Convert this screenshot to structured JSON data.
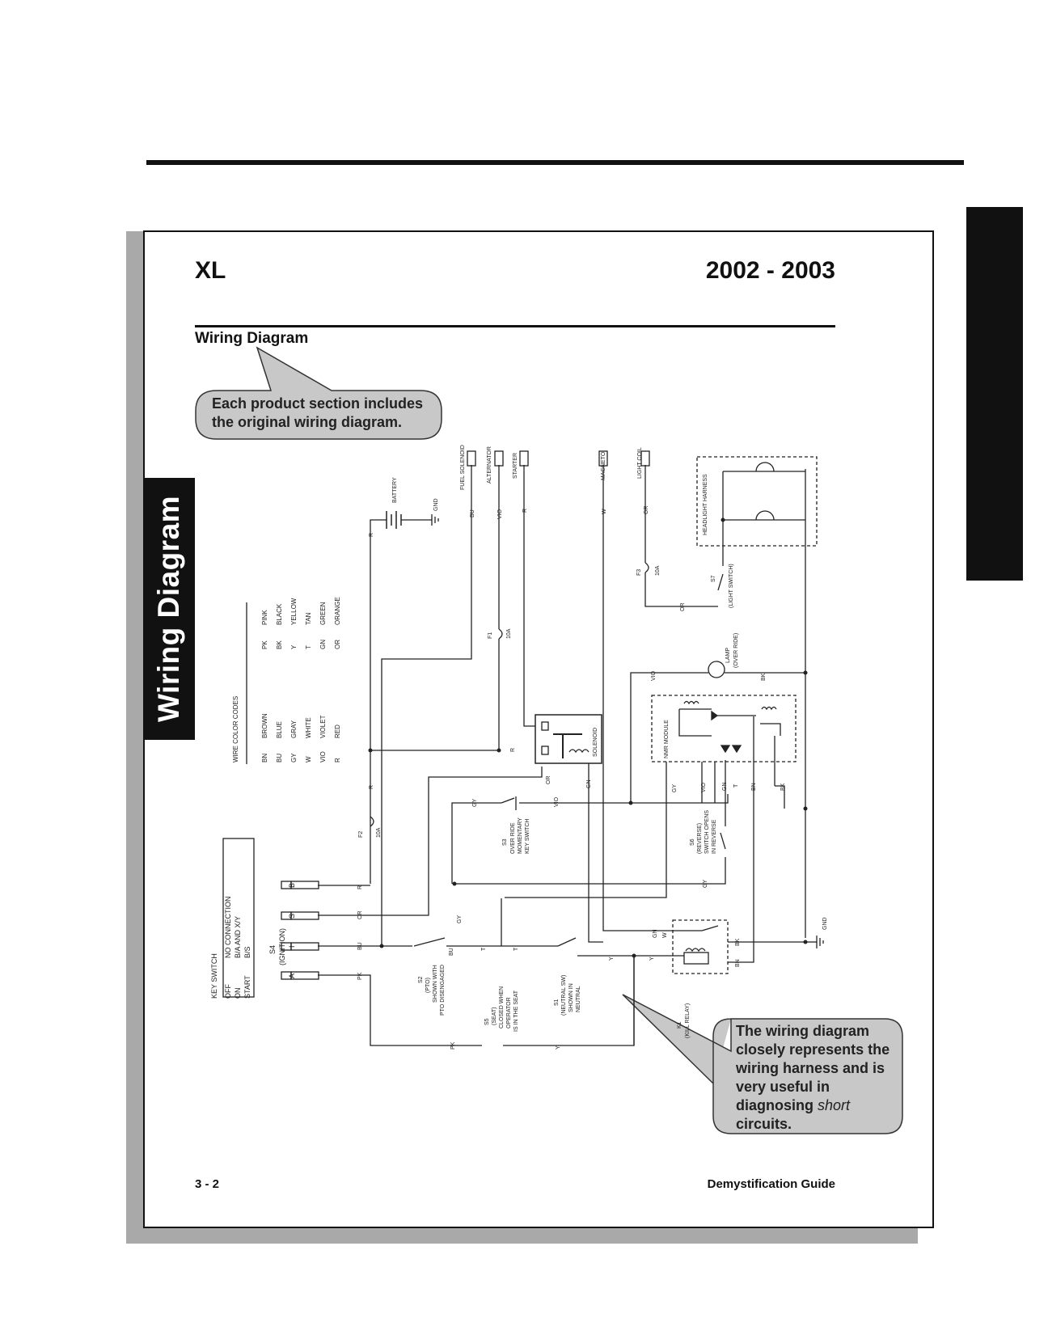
{
  "page": {
    "model": "XL",
    "years": "2002 - 2003",
    "section_title": "Wiring Diagram",
    "side_tab": "Wiring Diagram",
    "footer_page": "3 - 2",
    "footer_guide": "Demystification Guide"
  },
  "callouts": {
    "top": "Each product section includes the original wiring diagram.",
    "bottom_pre": "The wiring diagram closely represents the wiring harness and is very useful in diagnosing ",
    "bottom_em": "short",
    "bottom_post": " circuits."
  },
  "diagram": {
    "legend_title": "WIRE COLOR CODES",
    "legend": [
      [
        "BN",
        "BROWN"
      ],
      [
        "BU",
        "BLUE"
      ],
      [
        "GY",
        "GRAY"
      ],
      [
        "W",
        "WHITE"
      ],
      [
        "VIO",
        "VIOLET"
      ],
      [
        "R",
        "RED"
      ],
      [
        "PK",
        "PINK"
      ],
      [
        "BK",
        "BLACK"
      ],
      [
        "Y",
        "YELLOW"
      ],
      [
        "T",
        "TAN"
      ],
      [
        "GN",
        "GREEN"
      ],
      [
        "OR",
        "ORANGE"
      ]
    ],
    "key_switch": {
      "title": "KEY SWITCH",
      "rows": [
        [
          "OFF",
          "NO CONNECTION"
        ],
        [
          "ON",
          "B/A  AND  X/Y"
        ],
        [
          "START",
          "B/S"
        ]
      ]
    },
    "terminals": [
      "B",
      "S",
      "I",
      "A"
    ],
    "components": {
      "battery": "BATTERY",
      "gnd": "GND",
      "fuel_solenoid": "FUEL SOLENOID",
      "alternator": "ALTERNATOR",
      "starter": "STARTER",
      "magneto": "MAGNETO",
      "light_coil": "LIGHT COIL",
      "headlight": "HEADLIGHT HARNESS",
      "f1": "F1",
      "f1_rating": "10A",
      "f2": "F2",
      "f2_rating": "10A",
      "f3": "F3",
      "f3_rating": "10A",
      "s7": "S7",
      "s7_desc": "(LIGHT SWITCH)",
      "lamp": "LAMP",
      "lamp_desc": "(OVER RIDE)",
      "nmr": "NMR MODULE",
      "solenoid": "SOLENOID",
      "s3": "S3",
      "s3_desc1": "OVER RIDE",
      "s3_desc2": "MOMENTARY",
      "s3_desc3": "KEY SWITCH",
      "s6": "S6",
      "s6_desc1": "(REVERSE)",
      "s6_desc2": "SWITCH OPENS",
      "s6_desc3": "IN REVERSE",
      "s4": "S4",
      "s4_desc": "(IGNITION)",
      "s2": "S2",
      "s2_desc1": "(PTO)",
      "s2_desc2": "SHOWN WITH",
      "s2_desc3": "PTO DISENGAGED",
      "s5": "S5",
      "s5_desc1": "(SEAT)",
      "s5_desc2": "CLOSED WHEN",
      "s5_desc3": "OPERATOR",
      "s5_desc4": "IS IN THE SEAT",
      "s1": "S1",
      "s1_desc1": "(NEUTRAL SW)",
      "s1_desc2": "SHOWN IN",
      "s1_desc3": "NEUTRAL",
      "k1": "K1",
      "k1_desc": "(KILL RELAY)"
    },
    "wire_labels": {
      "r": "R",
      "or": "OR",
      "bu": "BU",
      "pk": "PK",
      "gy": "GY",
      "y": "Y",
      "t": "T",
      "vio": "VIO",
      "w": "W",
      "gn": "GN",
      "bn": "BN",
      "bk": "BK"
    }
  }
}
